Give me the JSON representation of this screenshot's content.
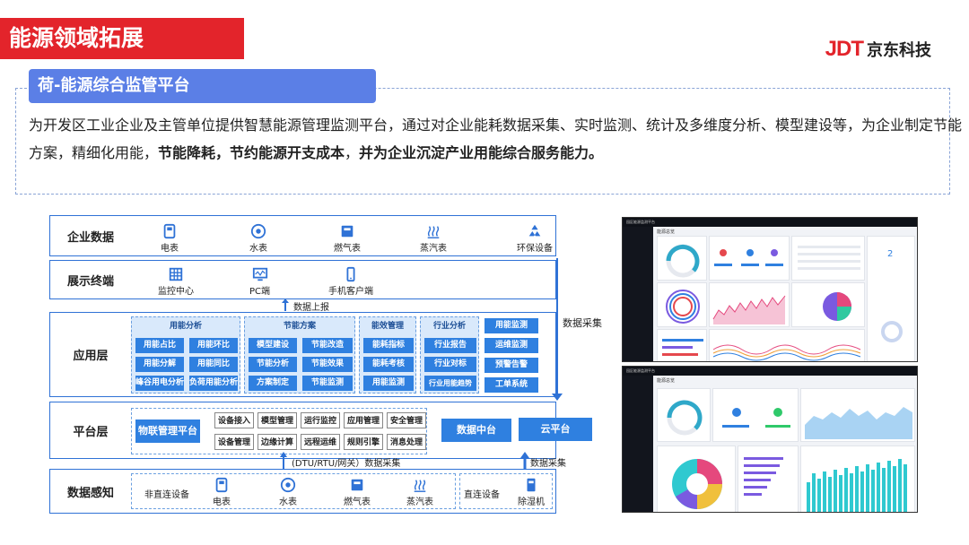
{
  "header": {
    "title": "能源领域拓展",
    "logo_mark": "JDT",
    "logo_text": "京东科技"
  },
  "section": {
    "subtitle": "荷-能源综合监管平台",
    "desc_part1": "为开发区工业企业及主管单位提供智慧能源管理监测平台，通过对企业能耗数据采集、实时监测、统计及多维度分析、模型建设等，为企业制定节能方案，精细化用能，",
    "desc_bold1": "节能降耗，节约能源开支成本",
    "desc_part2": "，",
    "desc_bold2": "并为企业沉淀产业用能综合服务能力。"
  },
  "diagram": {
    "layers": {
      "enterprise": {
        "label": "企业数据",
        "items": [
          "电表",
          "水表",
          "燃气表",
          "蒸汽表",
          "环保设备"
        ]
      },
      "terminal": {
        "label": "展示终端",
        "items": [
          "监控中心",
          "PC端",
          "手机客户端"
        ]
      },
      "app": {
        "label": "应用层",
        "groups": [
          {
            "title": "用能分析",
            "items": [
              "用能占比",
              "用能环比",
              "用能分解",
              "用能同比",
              "峰谷用电分析",
              "负荷用能分析"
            ]
          },
          {
            "title": "节能方案",
            "items": [
              "模型建设",
              "节能改造",
              "节能分析",
              "节能效果",
              "方案制定",
              "节能监测"
            ]
          },
          {
            "title": "能效管理",
            "items": [
              "能耗指标",
              "能耗考核",
              "用能监测"
            ]
          },
          {
            "title": "行业分析",
            "items": [
              "行业报告",
              "行业对标",
              "行业用能趋势"
            ]
          }
        ],
        "right_items": [
          "用能监测",
          "运维监测",
          "预警告警",
          "工单系统"
        ]
      },
      "platform": {
        "label": "平台层",
        "iot": "物联管理平台",
        "boxes": [
          "设备接入",
          "模型管理",
          "运行监控",
          "应用管理",
          "安全管理",
          "设备管理",
          "边缘计算",
          "远程运维",
          "规则引擎",
          "消息处理"
        ],
        "data_center": "数据中台",
        "cloud": "云平台"
      },
      "sensing": {
        "label": "数据感知",
        "indirect": "非直连设备",
        "items": [
          "电表",
          "水表",
          "燃气表",
          "蒸汽表"
        ],
        "direct": "直连设备",
        "direct_items": [
          "除湿机"
        ]
      }
    },
    "arrows": {
      "data_report": "数据上报",
      "data_collect_right": "数据采集",
      "dtu": "(DTU/RTU/网关）数据采集",
      "data_collect_bottom": "数据采集"
    }
  },
  "screenshots": {
    "top_title": "园区能源监测平台",
    "top_page": "能源总览",
    "bottom_title": "园区能源监测平台",
    "bottom_page": "能源总览"
  },
  "colors": {
    "title_red": "#e3242b",
    "subtitle_blue": "#5b7fe6",
    "diagram_blue": "#2f80e0",
    "light_blue": "#d9e9fb"
  }
}
